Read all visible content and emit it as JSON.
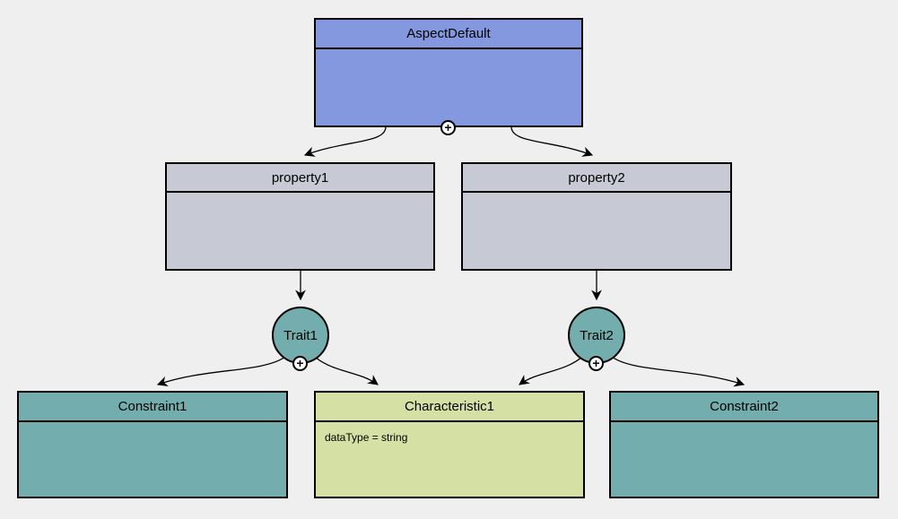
{
  "canvas": {
    "background": "#efefef"
  },
  "colors": {
    "aspect_fill": "#8398de",
    "property_fill": "#c7c9d4",
    "trait_fill": "#73adad",
    "constraint_fill": "#73adad",
    "characteristic_fill": "#d5e0a5",
    "border": "#000000",
    "plus_badge_fill": "#ffffff"
  },
  "icons": {
    "plus": "+"
  },
  "nodes": {
    "aspect": {
      "label": "AspectDefault"
    },
    "property1": {
      "label": "property1"
    },
    "property2": {
      "label": "property2"
    },
    "trait1": {
      "label": "Trait1"
    },
    "trait2": {
      "label": "Trait2"
    },
    "constraint1": {
      "label": "Constraint1"
    },
    "characteristic1": {
      "label": "Characteristic1",
      "attribute": "dataType = string"
    },
    "constraint2": {
      "label": "Constraint2"
    }
  }
}
